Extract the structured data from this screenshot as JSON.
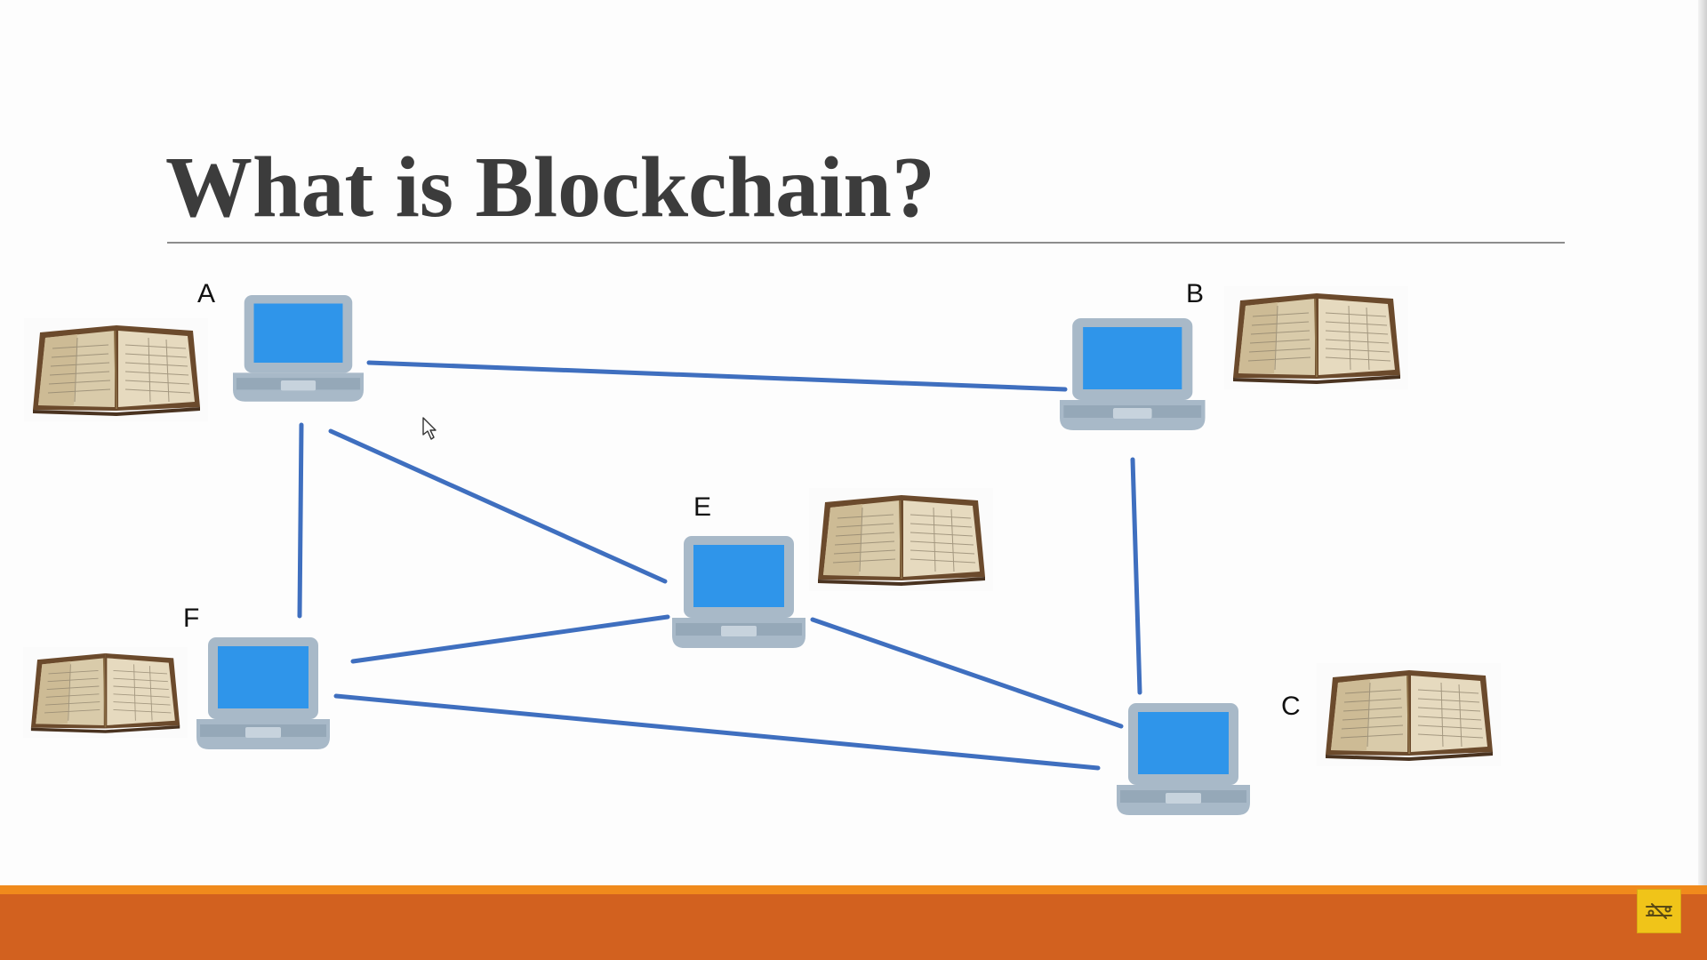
{
  "slide": {
    "title": "What is Blockchain?"
  },
  "diagram": {
    "nodes": [
      {
        "id": "A",
        "label": "A"
      },
      {
        "id": "B",
        "label": "B"
      },
      {
        "id": "C",
        "label": "C"
      },
      {
        "id": "E",
        "label": "E"
      },
      {
        "id": "F",
        "label": "F"
      }
    ],
    "edges": [
      [
        "A",
        "B"
      ],
      [
        "A",
        "E"
      ],
      [
        "A",
        "F"
      ],
      [
        "B",
        "C"
      ],
      [
        "E",
        "F"
      ],
      [
        "E",
        "C"
      ],
      [
        "F",
        "C"
      ]
    ],
    "icons": {
      "node": "laptop-icon",
      "ledger": "ledger-book-icon"
    }
  },
  "colors": {
    "connection_line": "#3f6fbf",
    "laptop_screen": "#2f95ea",
    "laptop_body": "#a8b9c8",
    "footer": "#d2611f",
    "footer_accent": "#f08a1c",
    "title_text": "#3c3c3c",
    "corner_button": "#f0c419"
  },
  "footer": {
    "button_icon": "draw-tools-icon"
  }
}
